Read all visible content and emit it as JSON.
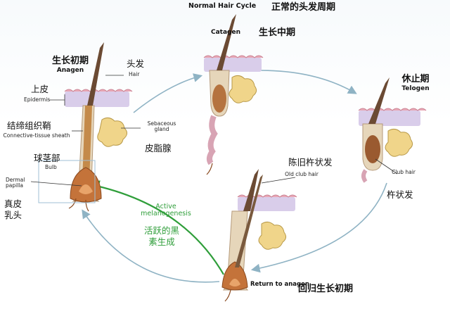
{
  "title": {
    "en": "Normal Hair Cycle",
    "zh": "正常的头发周期"
  },
  "stages": {
    "anagen": {
      "zh": "生长初期",
      "en": "Anagen"
    },
    "catagen": {
      "zh": "生长中期",
      "en": "Catagen"
    },
    "telogen": {
      "zh": "休止期",
      "en": "Telogen"
    },
    "return": {
      "zh": "回归生长初期",
      "en": "Return to anagen"
    }
  },
  "labels": {
    "hair": {
      "zh": "头发",
      "en": "Hair"
    },
    "epidermis": {
      "zh": "上皮",
      "en": "Epidermis"
    },
    "sheath": {
      "zh": "结缔组织鞘",
      "en": "Connective-tissue sheath"
    },
    "bulb": {
      "zh": "球茎部",
      "en": "Bulb"
    },
    "papilla": {
      "zh": "真皮乳头",
      "en": "Dermal papilla"
    },
    "gland": {
      "zh": "皮脂腺",
      "en": "Sebaceous gland"
    },
    "old_club_hair": {
      "zh": "陈旧杵状发",
      "en": "Old club hair"
    },
    "club_hair": {
      "zh": "杵状发",
      "en": "Club hair"
    },
    "melanogenesis": {
      "zh": "活跃的黑素生成",
      "en": "Active melanogenesis"
    }
  },
  "colors": {
    "cycle_arrow": "#8fb3c4",
    "melanogenesis_arrow": "#2f9e3a",
    "hair_shaft": "#6b4a33",
    "epidermis": "#d9cdea",
    "sebaceous_gland": "#f0d58a",
    "bulb": "#c4733a"
  }
}
